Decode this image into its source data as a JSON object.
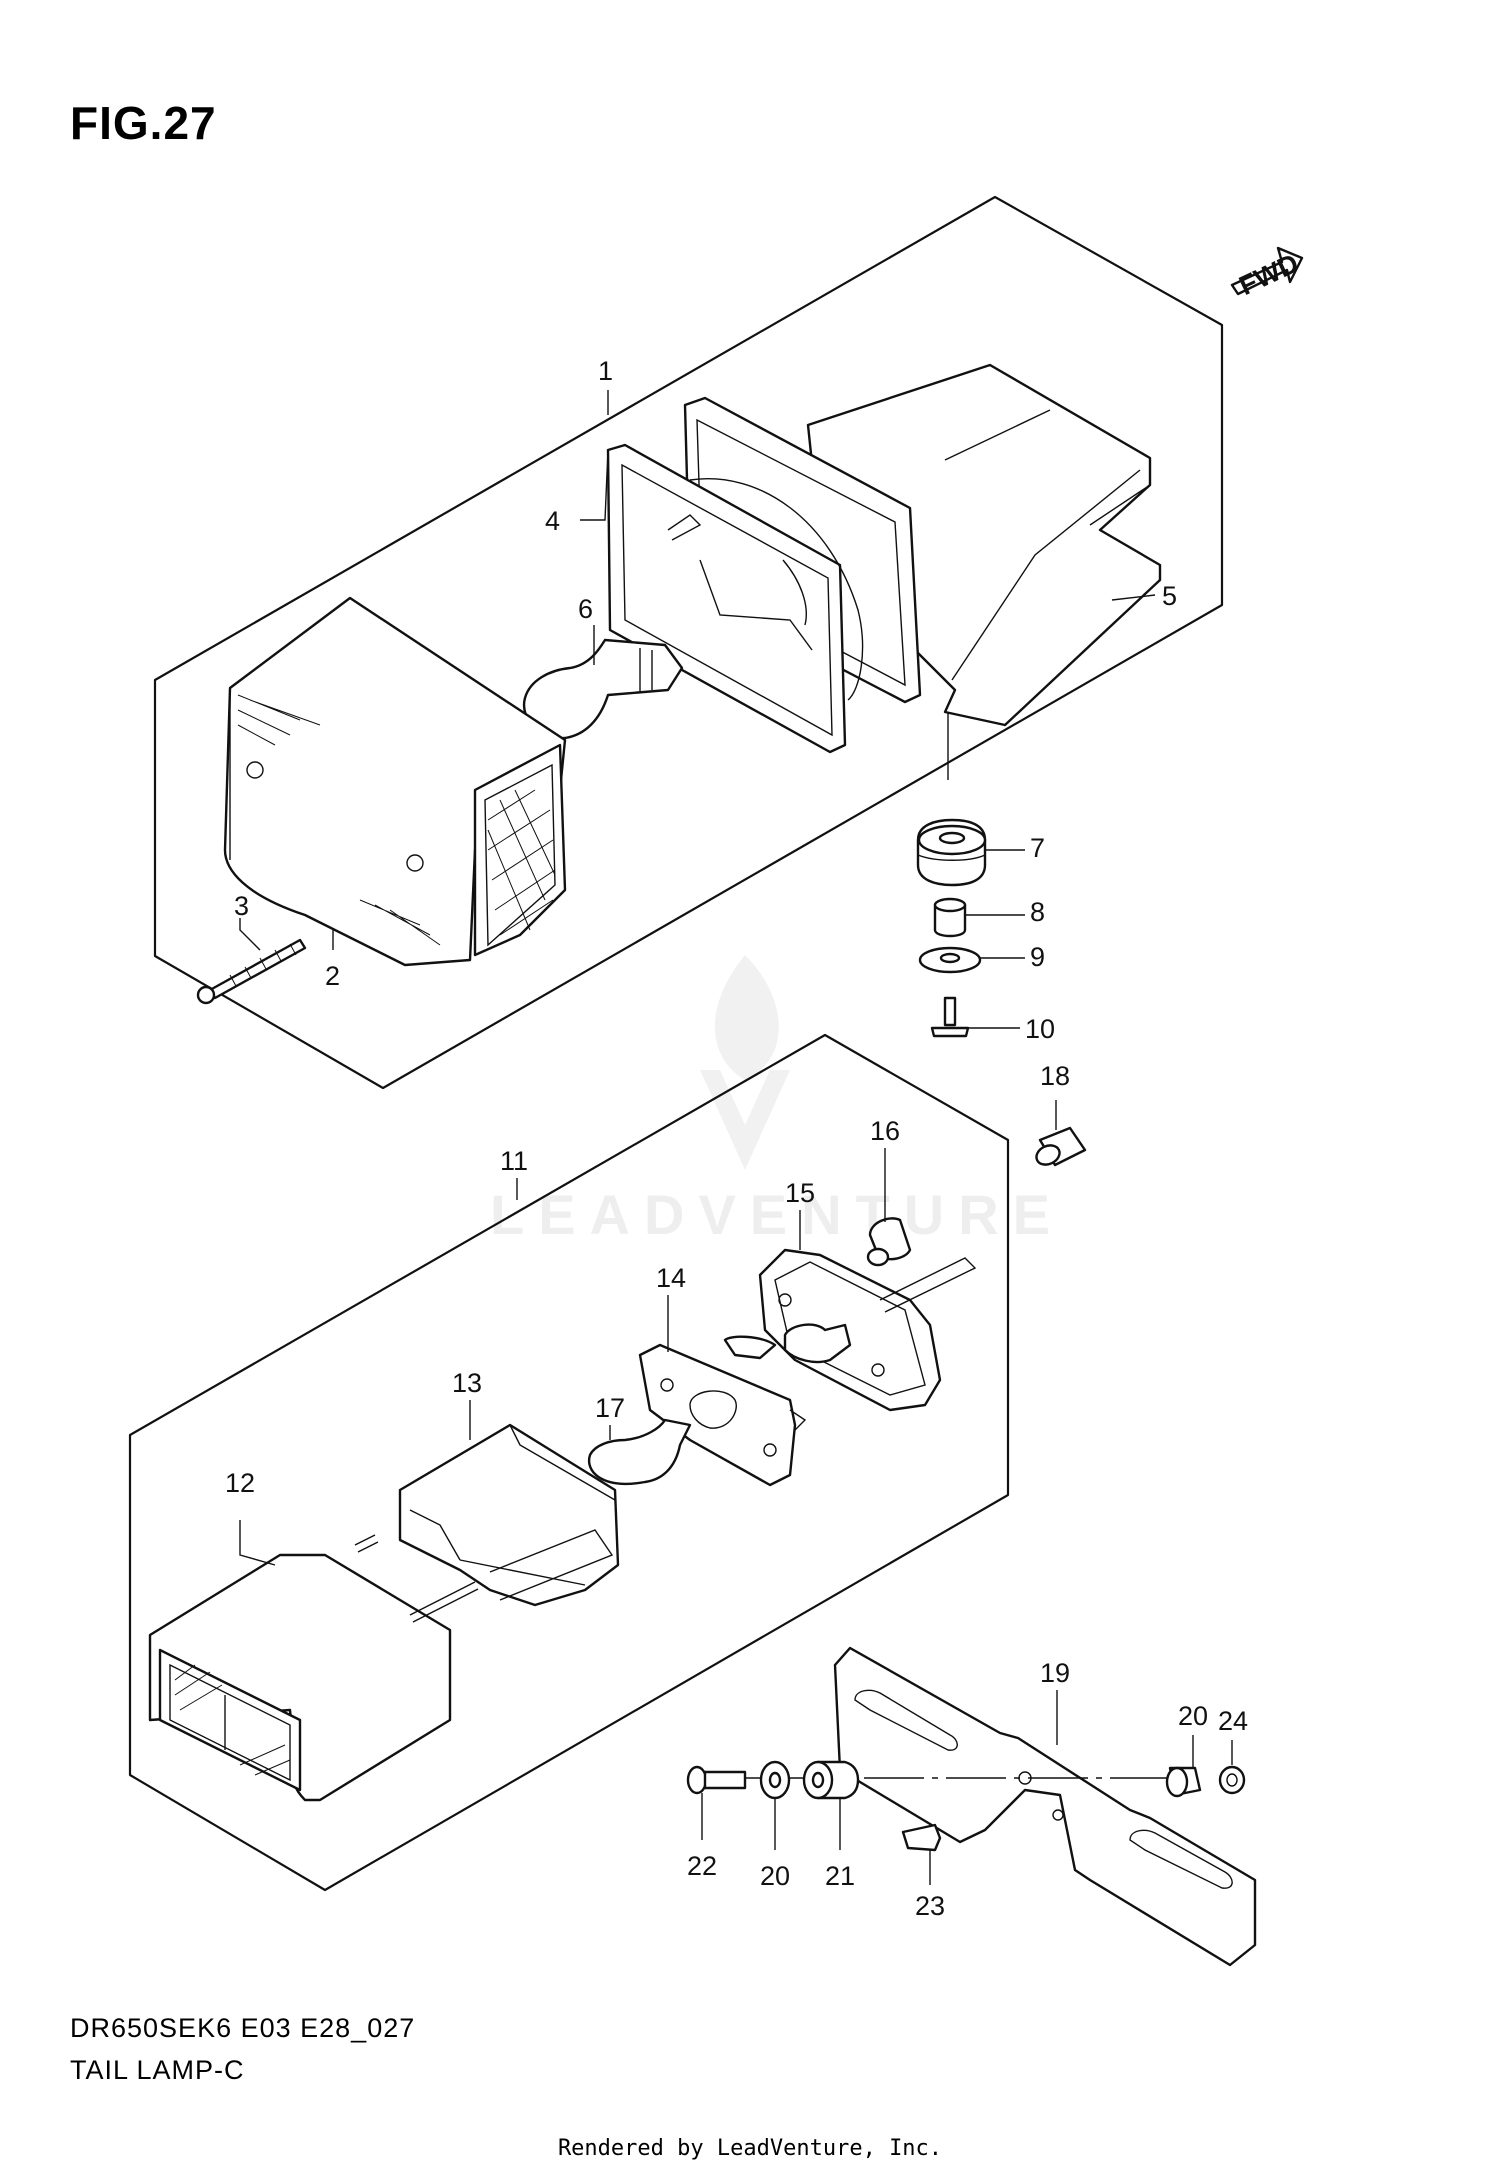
{
  "figure": {
    "title": "FIG.27",
    "model_code": "DR650SEK6 E03 E28_027",
    "subtitle": "TAIL LAMP-C",
    "footer": "Rendered by LeadVenture, Inc.",
    "watermark": "LEADVENTURE",
    "fwd_marker": "FWD"
  },
  "callouts": [
    "1",
    "2",
    "3",
    "4",
    "5",
    "6",
    "7",
    "8",
    "9",
    "10",
    "11",
    "12",
    "13",
    "14",
    "15",
    "16",
    "17",
    "18",
    "19",
    "20",
    "20",
    "21",
    "22",
    "23",
    "24"
  ],
  "colors": {
    "line": "#111111",
    "background": "#ffffff",
    "watermark": "#eeeeee"
  }
}
